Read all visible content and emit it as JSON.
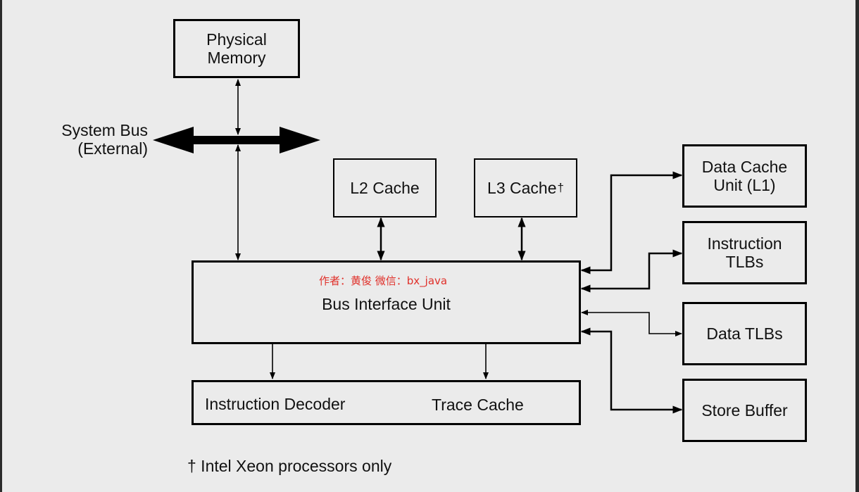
{
  "diagram": {
    "physical_memory": "Physical\nMemory",
    "system_bus": "System Bus\n(External)",
    "l2_cache": "L2 Cache",
    "l3_cache": "L3 Cache",
    "l3_dagger": "†",
    "bus_interface_unit": "Bus Interface Unit",
    "watermark": "作者：黄俊 微信：bx_java",
    "instruction_decoder": "Instruction Decoder",
    "trace_cache": "Trace Cache",
    "data_cache_unit": "Data Cache\nUnit (L1)",
    "instruction_tlbs": "Instruction\nTLBs",
    "data_tlbs": "Data TLBs",
    "store_buffer": "Store Buffer",
    "footnote": "† Intel Xeon processors only"
  },
  "colors": {
    "background": "#ebebeb",
    "frame": "#2b2b2b",
    "line": "#000000",
    "watermark": "#e0302a"
  }
}
